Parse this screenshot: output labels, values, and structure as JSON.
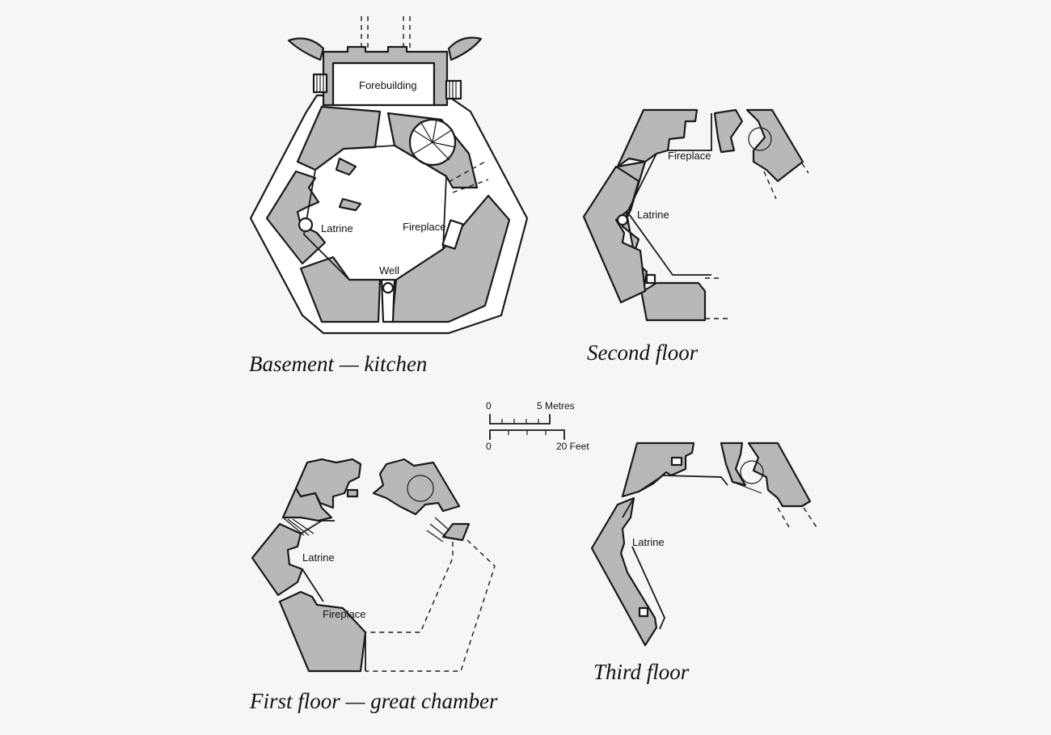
{
  "plans": {
    "basement": {
      "caption": "Basement — kitchen",
      "labels": {
        "forebuilding": "Forebuilding",
        "latrine": "Latrine",
        "fireplace": "Fireplace",
        "well": "Well"
      }
    },
    "second": {
      "caption": "Second floor",
      "labels": {
        "fireplace": "Fireplace",
        "latrine": "Latrine"
      }
    },
    "first": {
      "caption": "First floor — great chamber",
      "labels": {
        "latrine": "Latrine",
        "fireplace": "Fireplace"
      }
    },
    "third": {
      "caption": "Third floor",
      "labels": {
        "latrine": "Latrine"
      }
    }
  },
  "scale_bar": {
    "metric_start": "0",
    "metric_end": "5 Metres",
    "imperial_start": "0",
    "imperial_end": "20 Feet"
  }
}
